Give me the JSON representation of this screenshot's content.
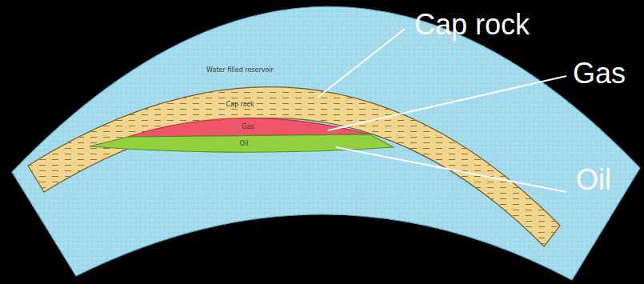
{
  "diagram": {
    "nodes": [
      {
        "text": [
          "Water filled reservoir"
        ]
      },
      {
        "text": [
          "Cap rock"
        ]
      },
      {
        "text": [
          "Gas"
        ]
      },
      {
        "text": [
          "Oil"
        ]
      }
    ],
    "labels": [
      "Cap rock",
      "Gas",
      "Oil"
    ]
  }
}
